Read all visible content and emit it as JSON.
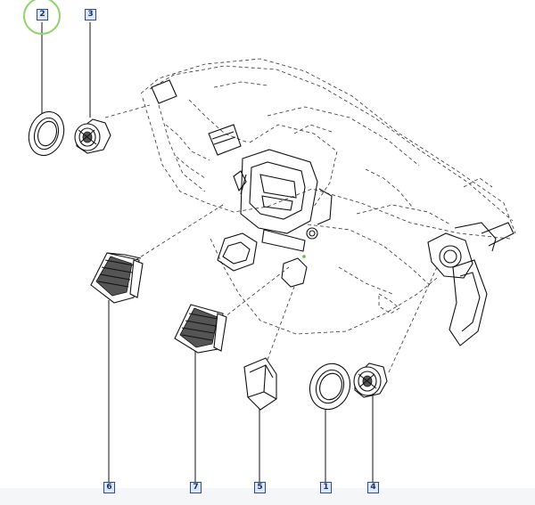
{
  "callouts": {
    "c1": "1",
    "c2": "2",
    "c3": "3",
    "c4": "4",
    "c5": "5",
    "c6": "6",
    "c7": "7"
  },
  "colors": {
    "callout_border": "#2b4a8f",
    "callout_fill": "#dce6f5",
    "highlight": "#8fd36a",
    "line": "#1a1a1a"
  }
}
